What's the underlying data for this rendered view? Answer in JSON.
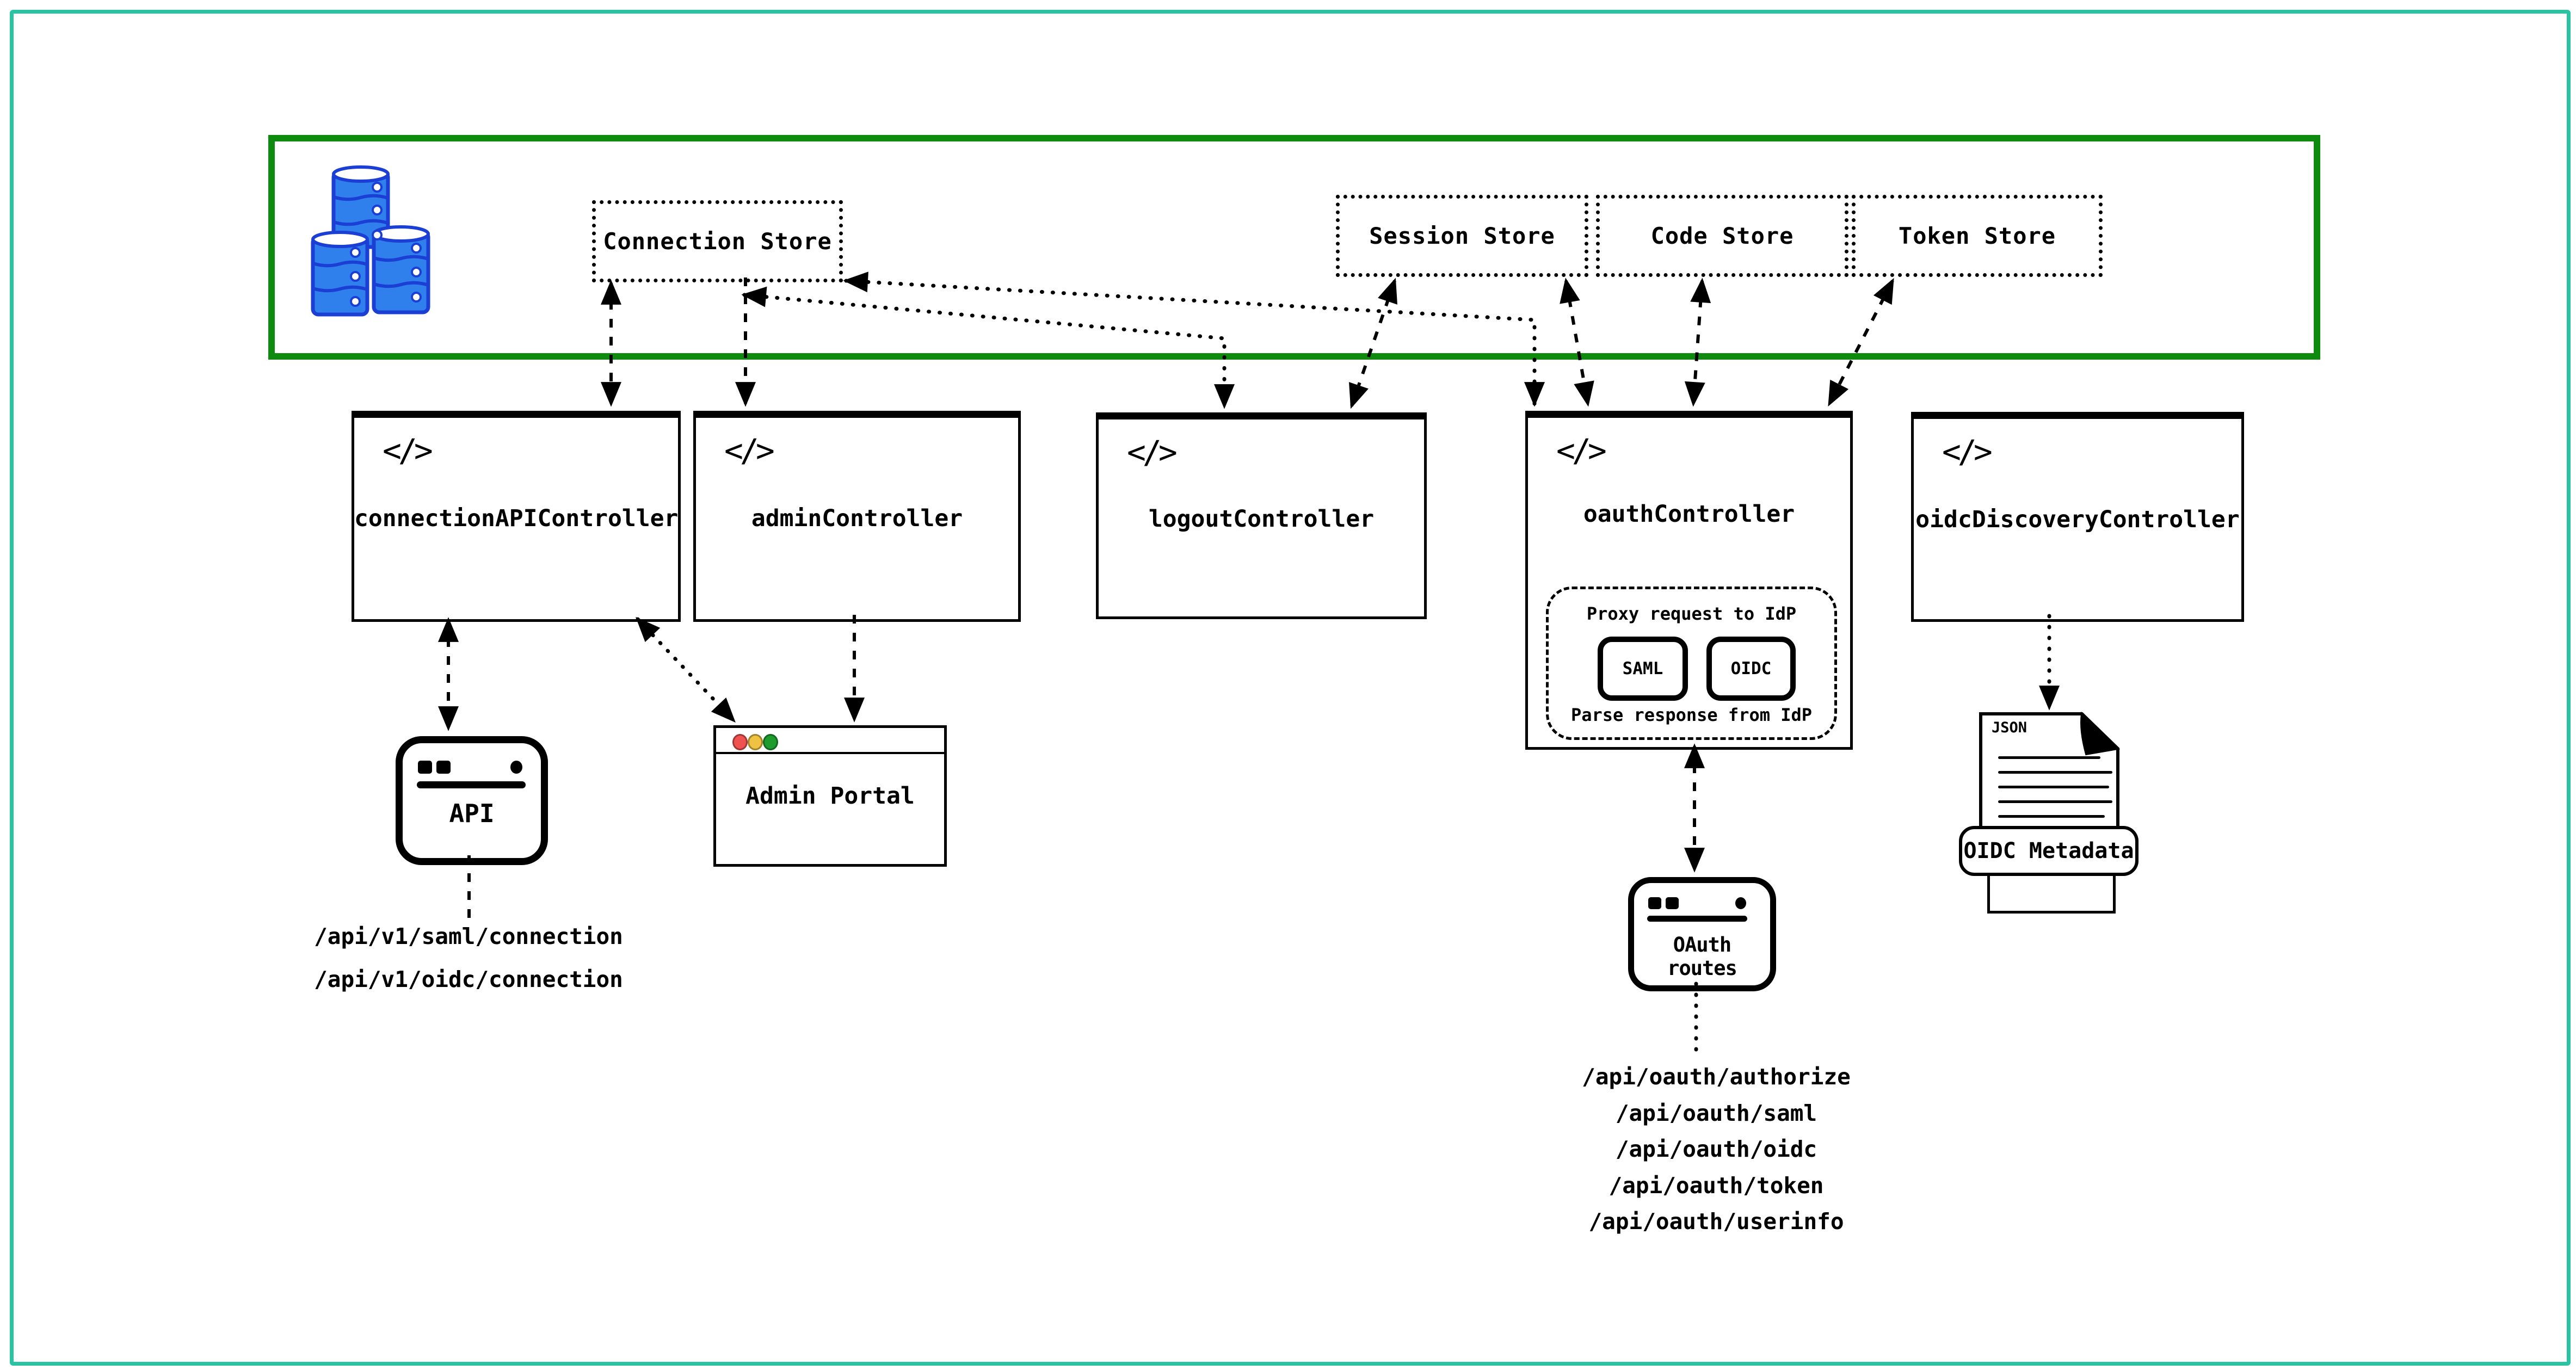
{
  "diagram": {
    "code_icon": "</>",
    "storage_layer": {
      "database_icon": "database-cylinders",
      "stores": [
        {
          "label": "Connection Store"
        },
        {
          "label": "Session Store"
        },
        {
          "label": "Code Store"
        },
        {
          "label": "Token Store"
        }
      ]
    },
    "controllers": [
      {
        "label": "connectionAPIController"
      },
      {
        "label": "adminController"
      },
      {
        "label": "logoutController"
      },
      {
        "label": "oauthController"
      },
      {
        "label": "oidcDiscoveryController"
      }
    ],
    "oauth_proxy": {
      "top_label": "Proxy request to IdP",
      "protocols": [
        "SAML",
        "OIDC"
      ],
      "bottom_label": "Parse response from IdP"
    },
    "api_node": {
      "label": "API",
      "paths": [
        "/api/v1/saml/connection",
        "/api/v1/oidc/connection"
      ]
    },
    "admin_portal": {
      "label": "Admin Portal"
    },
    "oauth_routes": {
      "label": "OAuth routes",
      "paths": [
        "/api/oauth/authorize",
        "/api/oauth/saml",
        "/api/oauth/oidc",
        "/api/oauth/token",
        "/api/oauth/userinfo"
      ]
    },
    "oidc_metadata": {
      "file_type": "JSON",
      "label": "OIDC Metadata"
    },
    "colors": {
      "outer_border": "#2cc3a3",
      "storage_box_border": "#0e8a0e",
      "database_fill": "#2f80ec",
      "database_stroke": "#1b3fd4",
      "traffic_red": "#ef5350",
      "traffic_yellow": "#f0c243",
      "traffic_green": "#1d9b2d"
    }
  }
}
